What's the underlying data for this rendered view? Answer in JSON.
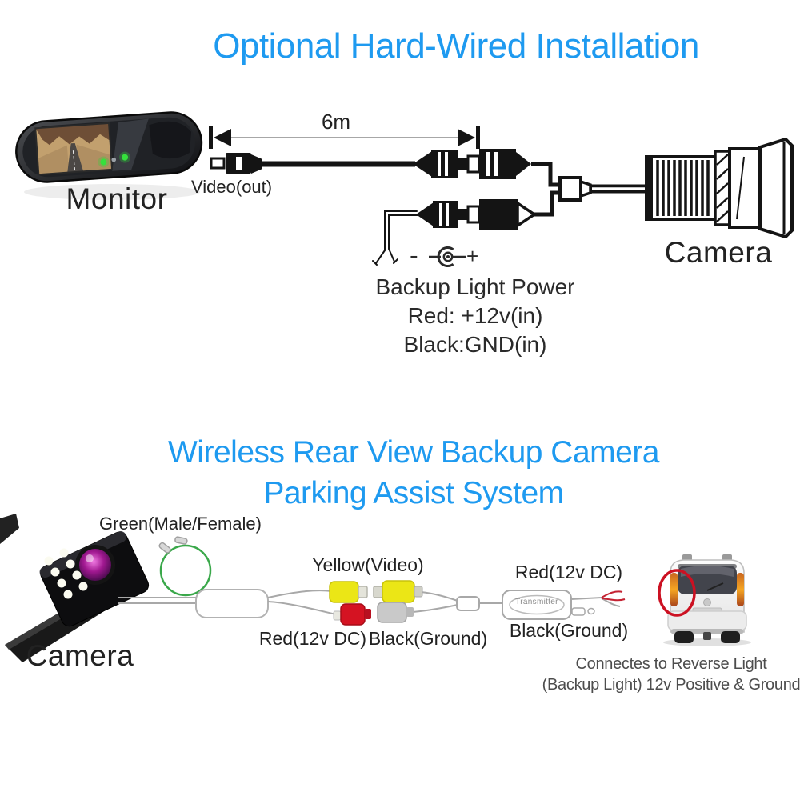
{
  "colors": {
    "title_blue": "#1e9af0",
    "diagram_black": "#141414",
    "note_gray": "#4d4d4d",
    "wire_green": "#3aa84a",
    "rca_yellow": "#ebe616",
    "rca_red": "#d51322",
    "rca_gray": "#c9c9c9",
    "highlight_red": "#cc1122",
    "led_green": "#35e03c"
  },
  "hardwired": {
    "title": "Optional Hard-Wired Installation",
    "monitor_label": "Monitor",
    "video_out_label": "Video(out)",
    "cable_length": "6m",
    "camera_label": "Camera",
    "power_title": "Backup Light Power",
    "power_red": "Red: +12v(in)",
    "power_black": "Black:GND(in)",
    "dc_minus": "-",
    "dc_plus": "+"
  },
  "wireless": {
    "title_line1": "Wireless Rear View Backup Camera",
    "title_line2": "Parking Assist System",
    "green_connector_label": "Green(Male/Female)",
    "camera_label": "Camera",
    "yellow_video_label": "Yellow(Video)",
    "red_power_label": "Red(12v DC)",
    "black_ground_label": "Black(Ground)",
    "transmitter_red_label": "Red(12v DC)",
    "transmitter_black_label": "Black(Ground)",
    "transmitter_label": "Transmitter",
    "note_line1": "Connectes to Reverse Light",
    "note_line2": "(Backup Light) 12v Positive & Ground"
  }
}
